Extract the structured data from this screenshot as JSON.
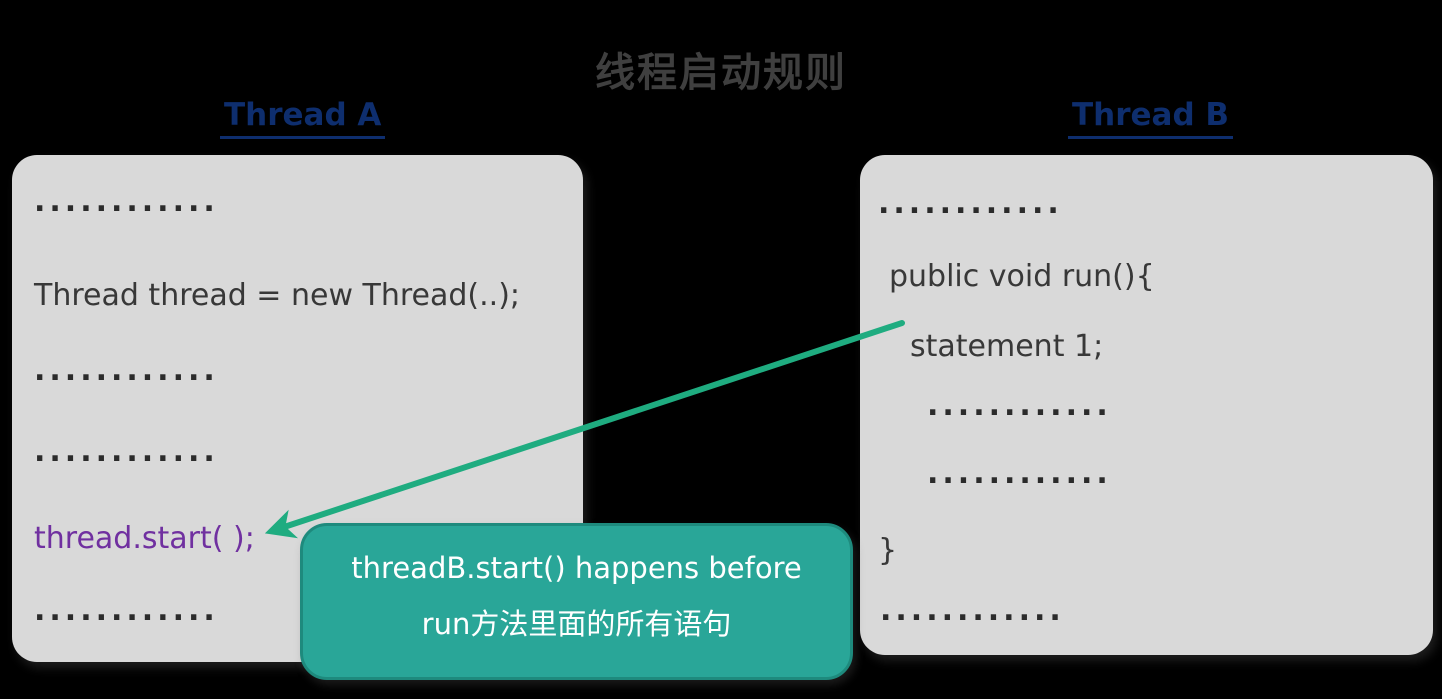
{
  "page": {
    "title": "线程启动规则"
  },
  "colors": {
    "background": "#000000",
    "title_text": "#3f3f3f",
    "header_blue": "#0e2e6e",
    "panel_gray": "#d9d9d9",
    "code_text": "#383838",
    "highlight_purple": "#7030a0",
    "arrow_green": "#1fac80",
    "callout_teal": "#29a698",
    "callout_text": "#ffffff"
  },
  "thread_a": {
    "header": "Thread A",
    "lines": {
      "dots1": "............",
      "code1": "Thread thread = new Thread(..);",
      "dots2": "............",
      "dots3": "............",
      "start_call": "thread.start( );",
      "dots4": "............"
    }
  },
  "thread_b": {
    "header": "Thread B",
    "lines": {
      "dots1": "............",
      "run_signature": "public void run(){",
      "statement": "statement 1;",
      "dots2": "............",
      "dots3": "............",
      "closing_brace": "}",
      "dots4": "............"
    }
  },
  "callout": {
    "line1": "threadB.start() happens before",
    "line2": "run方法里面的所有语句"
  }
}
